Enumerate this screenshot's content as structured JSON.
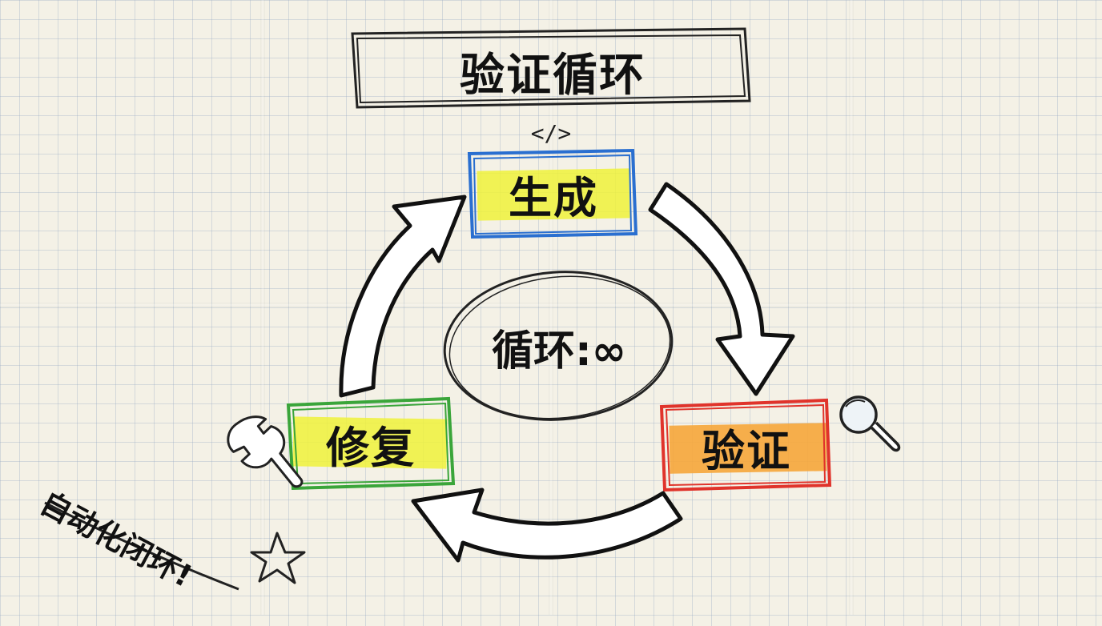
{
  "title": "验证循环",
  "nodes": {
    "generate": {
      "label": "生成",
      "border_color": "#2a6fd0",
      "highlight_color": "#eef23a"
    },
    "verify": {
      "label": "验证",
      "border_color": "#e0332b",
      "highlight_color": "#f6a63a"
    },
    "fix": {
      "label": "修复",
      "border_color": "#3aa53a",
      "highlight_color": "#eef23a"
    }
  },
  "center": {
    "label": "循环:∞"
  },
  "side_note": {
    "label": "自动化闭环!"
  },
  "icons": {
    "generate": "code-brackets-icon",
    "verify": "magnifier-icon",
    "fix": "wrench-icon",
    "note": "star-icon"
  },
  "code_icon_text": "</>"
}
